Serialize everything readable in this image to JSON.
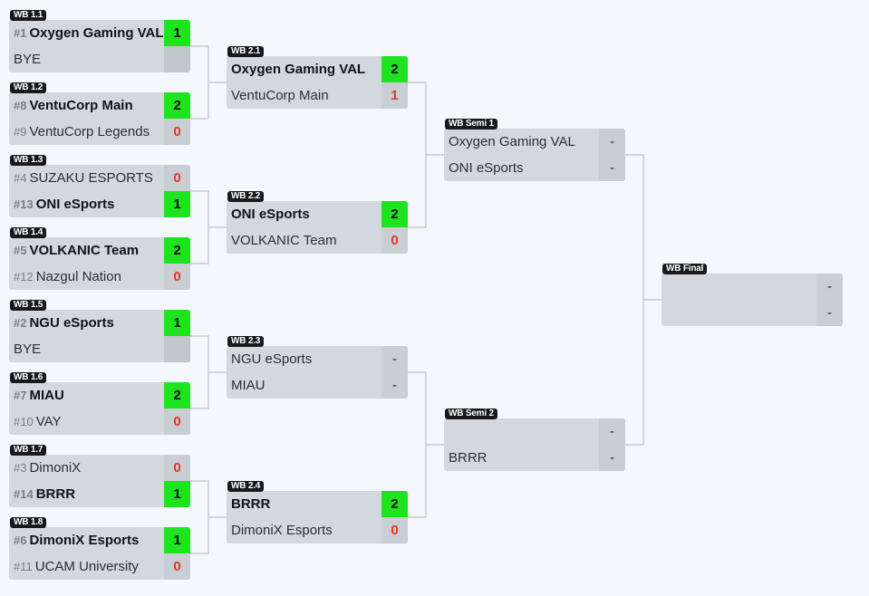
{
  "rounds": [
    {
      "matches": [
        {
          "label": "WB 1.1",
          "teams": [
            {
              "seed": "#1",
              "name": "Oxygen Gaming VAL",
              "score": "1",
              "state": "win"
            },
            {
              "seed": "",
              "name": "BYE",
              "score": "",
              "state": "bye"
            }
          ]
        },
        {
          "label": "WB 1.2",
          "teams": [
            {
              "seed": "#8",
              "name": "VentuCorp Main",
              "score": "2",
              "state": "win"
            },
            {
              "seed": "#9",
              "name": "VentuCorp Legends",
              "score": "0",
              "state": "lose"
            }
          ]
        },
        {
          "label": "WB 1.3",
          "teams": [
            {
              "seed": "#4",
              "name": "SUZAKU ESPORTS",
              "score": "0",
              "state": "lose"
            },
            {
              "seed": "#13",
              "name": "ONI eSports",
              "score": "1",
              "state": "win"
            }
          ]
        },
        {
          "label": "WB 1.4",
          "teams": [
            {
              "seed": "#5",
              "name": "VOLKANIC Team",
              "score": "2",
              "state": "win"
            },
            {
              "seed": "#12",
              "name": "Nazgul Nation",
              "score": "0",
              "state": "lose"
            }
          ]
        },
        {
          "label": "WB 1.5",
          "teams": [
            {
              "seed": "#2",
              "name": "NGU eSports",
              "score": "1",
              "state": "win"
            },
            {
              "seed": "",
              "name": "BYE",
              "score": "",
              "state": "bye"
            }
          ]
        },
        {
          "label": "WB 1.6",
          "teams": [
            {
              "seed": "#7",
              "name": "MIAU",
              "score": "2",
              "state": "win"
            },
            {
              "seed": "#10",
              "name": "VAY",
              "score": "0",
              "state": "lose"
            }
          ]
        },
        {
          "label": "WB 1.7",
          "teams": [
            {
              "seed": "#3",
              "name": "DimoniX",
              "score": "0",
              "state": "lose"
            },
            {
              "seed": "#14",
              "name": "BRRR",
              "score": "1",
              "state": "win"
            }
          ]
        },
        {
          "label": "WB 1.8",
          "teams": [
            {
              "seed": "#6",
              "name": "DimoniX Esports",
              "score": "1",
              "state": "win"
            },
            {
              "seed": "#11",
              "name": "UCAM University",
              "score": "0",
              "state": "lose"
            }
          ]
        }
      ]
    },
    {
      "matches": [
        {
          "label": "WB 2.1",
          "teams": [
            {
              "seed": "",
              "name": "Oxygen Gaming VAL",
              "score": "2",
              "state": "win"
            },
            {
              "seed": "",
              "name": "VentuCorp Main",
              "score": "1",
              "state": "lose"
            }
          ]
        },
        {
          "label": "WB 2.2",
          "teams": [
            {
              "seed": "",
              "name": "ONI eSports",
              "score": "2",
              "state": "win"
            },
            {
              "seed": "",
              "name": "VOLKANIC Team",
              "score": "0",
              "state": "lose"
            }
          ]
        },
        {
          "label": "WB 2.3",
          "teams": [
            {
              "seed": "",
              "name": "NGU eSports",
              "score": "-",
              "state": "pending"
            },
            {
              "seed": "",
              "name": "MIAU",
              "score": "-",
              "state": "pending"
            }
          ]
        },
        {
          "label": "WB 2.4",
          "teams": [
            {
              "seed": "",
              "name": "BRRR",
              "score": "2",
              "state": "win"
            },
            {
              "seed": "",
              "name": "DimoniX Esports",
              "score": "0",
              "state": "lose"
            }
          ]
        }
      ]
    },
    {
      "matches": [
        {
          "label": "WB Semi 1",
          "teams": [
            {
              "seed": "",
              "name": "Oxygen Gaming VAL",
              "score": "-",
              "state": "pending"
            },
            {
              "seed": "",
              "name": "ONI eSports",
              "score": "-",
              "state": "pending"
            }
          ]
        },
        {
          "label": "WB Semi 2",
          "teams": [
            {
              "seed": "",
              "name": "",
              "score": "-",
              "state": "pending"
            },
            {
              "seed": "",
              "name": "BRRR",
              "score": "-",
              "state": "pending"
            }
          ]
        }
      ]
    },
    {
      "matches": [
        {
          "label": "WB Final",
          "teams": [
            {
              "seed": "",
              "name": "",
              "score": "-",
              "state": "pending"
            },
            {
              "seed": "",
              "name": "",
              "score": "-",
              "state": "pending"
            }
          ]
        }
      ]
    }
  ]
}
